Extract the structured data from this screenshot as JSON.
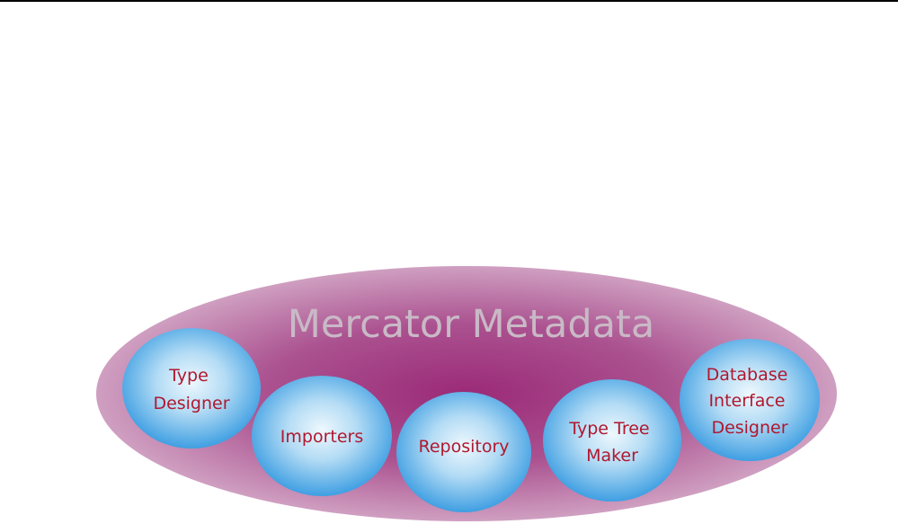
{
  "diagram": {
    "title": "Mercator Metadata",
    "colors": {
      "ellipse_center": "#9b2a78",
      "ellipse_edge": "#c796b8",
      "title_text": "#c9b9c6",
      "bubble_center": "#e8f4fc",
      "bubble_edge": "#46a4e5",
      "bubble_text": "#b0182f"
    },
    "components": [
      {
        "id": "type-designer",
        "lines": [
          "Type",
          "Designer"
        ]
      },
      {
        "id": "importers",
        "lines": [
          "Importers"
        ]
      },
      {
        "id": "repository",
        "lines": [
          "Repository"
        ]
      },
      {
        "id": "type-tree-maker",
        "lines": [
          "Type Tree",
          "Maker"
        ]
      },
      {
        "id": "database-interface-designer",
        "lines": [
          "Database",
          "Interface",
          "Designer"
        ]
      }
    ]
  }
}
